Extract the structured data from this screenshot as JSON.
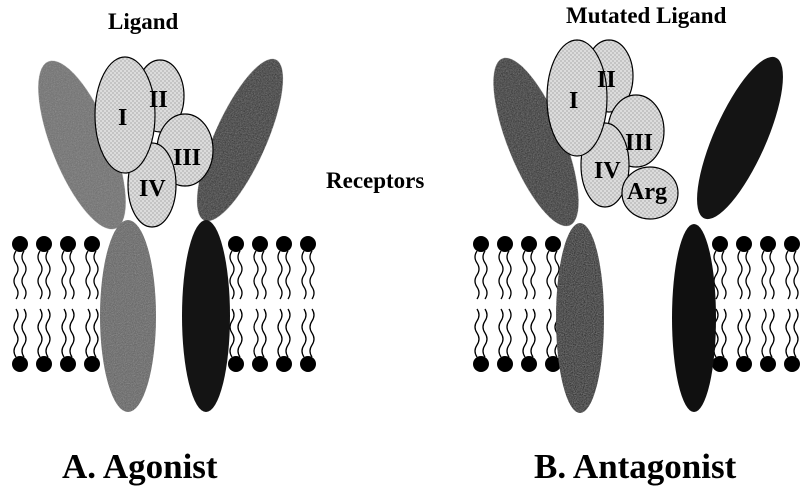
{
  "panel_a": {
    "heading": "Ligand",
    "caption": "A. Agonist",
    "domains": [
      "I",
      "II",
      "III",
      "IV"
    ],
    "receptor_colors": {
      "left": "#5a5a5a",
      "right": "#141414"
    }
  },
  "panel_b": {
    "heading": "Mutated Ligand",
    "caption": "B. Antagonist",
    "domains": [
      "I",
      "II",
      "III",
      "IV",
      "Arg"
    ],
    "receptor_colors": {
      "left": "#141414",
      "right": "#141414"
    }
  },
  "center_label": "Receptors",
  "colors": {
    "ligand_fill": "#d8d8d8",
    "lipid_head": "#000000",
    "background": "#ffffff"
  }
}
